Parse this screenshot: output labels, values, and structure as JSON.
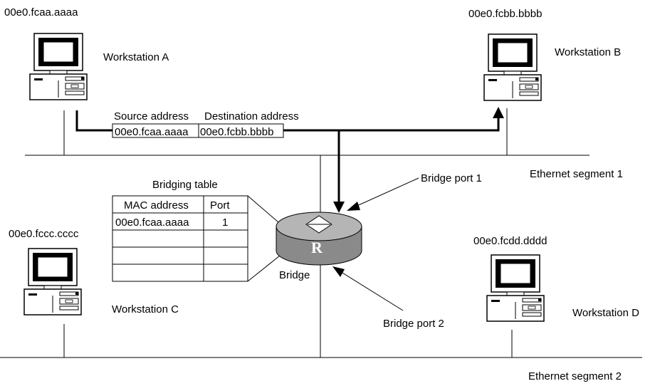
{
  "workstations": {
    "a": {
      "mac": "00e0.fcaa.aaaa",
      "name": "Workstation A"
    },
    "b": {
      "mac": "00e0.fcbb.bbbb",
      "name": "Workstation B"
    },
    "c": {
      "mac": "00e0.fccc.cccc",
      "name": "Workstation C"
    },
    "d": {
      "mac": "00e0.fcdd.dddd",
      "name": "Workstation D"
    }
  },
  "frame": {
    "source_label": "Source address",
    "destination_label": "Destination address",
    "source_value": "00e0.fcaa.aaaa",
    "destination_value": "00e0.fcbb.bbbb"
  },
  "bridging_table": {
    "title": "Bridging table",
    "headers": [
      "MAC address",
      "Port"
    ],
    "rows": [
      [
        "00e0.fcaa.aaaa",
        "1"
      ],
      [
        "",
        ""
      ],
      [
        "",
        ""
      ],
      [
        "",
        ""
      ]
    ]
  },
  "bridge": {
    "label": "Bridge",
    "emblem": "R"
  },
  "ports": {
    "port1": "Bridge port 1",
    "port2": "Bridge port 2"
  },
  "segments": {
    "seg1": "Ethernet segment 1",
    "seg2": "Ethernet segment 2"
  }
}
